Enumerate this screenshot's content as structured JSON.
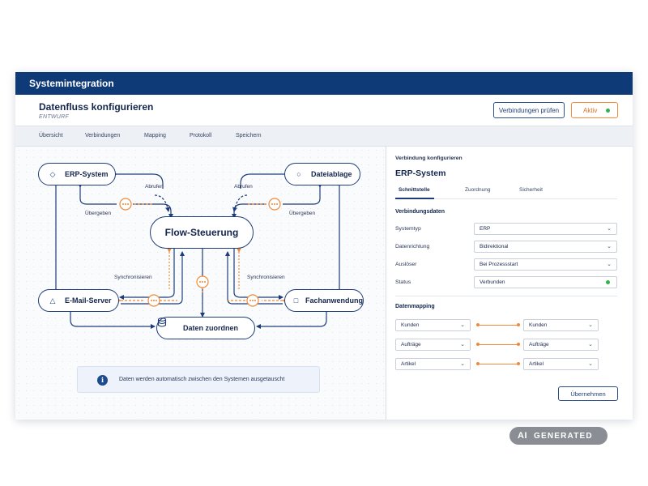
{
  "window": {
    "title": "Systemintegration"
  },
  "header": {
    "page_title": "Datenfluss konfigurieren",
    "page_subtitle": "ENTWURF",
    "check_button": "Verbindungen prüfen",
    "active_button": "Aktiv"
  },
  "tabs": [
    "Übersicht",
    "Verbindungen",
    "Mapping",
    "Protokoll",
    "Speichern"
  ],
  "diagram": {
    "center": "Flow-Steuerung",
    "nodes": {
      "erp": "ERP-System",
      "storage": "Dateiablage",
      "email": "E-Mail-Server",
      "app": "Fachanwendung",
      "data": "Daten zuordnen"
    },
    "labels": {
      "fetch_left": "Abrufen",
      "fetch_right": "Abrufen",
      "transfer_left": "Übergeben",
      "transfer_right": "Übergeben",
      "sync_left": "Synchronisieren",
      "sync_right": "Synchronisieren"
    },
    "info_text": "Daten werden automatisch zwischen den Systemen ausgetauscht",
    "accent_color": "#f08a3a",
    "line_color": "#1e3d78"
  },
  "panel": {
    "title": "Verbindung konfigurieren",
    "name": "ERP-System",
    "tabs": [
      "Schnittstelle",
      "Zuordnung",
      "Sicherheit"
    ],
    "active_tab": "Schnittstelle",
    "connection_section": "Verbindungsdaten",
    "fields": [
      {
        "label": "Systemtyp",
        "value": "ERP"
      },
      {
        "label": "Datenrichtung",
        "value": "Bidirektional"
      },
      {
        "label": "Auslöser",
        "value": "Bei Prozessstart"
      },
      {
        "label": "Status",
        "value": "Verbunden"
      }
    ],
    "mapping_section": "Datenmapping",
    "mappings": [
      {
        "source": "Kunden",
        "target": "Kunden"
      },
      {
        "source": "Aufträge",
        "target": "Aufträge"
      },
      {
        "source": "Artikel",
        "target": "Artikel"
      }
    ],
    "apply_button": "Übernehmen"
  },
  "badge": {
    "ai": "AI",
    "text": "GENERATED"
  },
  "colors": {
    "brand": "#0f3a78",
    "accent": "#f08a3a",
    "status_ok": "#2fb34a"
  }
}
